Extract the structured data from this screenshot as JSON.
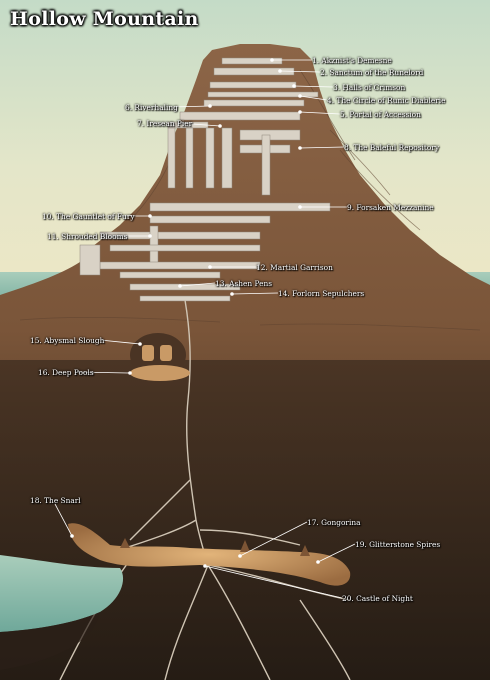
{
  "map_title": "Hollow Mountain",
  "locations": [
    {
      "num": "1.",
      "name": "Akznist's Demesne"
    },
    {
      "num": "2.",
      "name": "Sanctum of the Runelord"
    },
    {
      "num": "3.",
      "name": "Halls of Crimson"
    },
    {
      "num": "4.",
      "name": "The Circle of Runic Diablerie"
    },
    {
      "num": "5.",
      "name": "Portal of Accession"
    },
    {
      "num": "6.",
      "name": "Riverhaling"
    },
    {
      "num": "7.",
      "name": "Iresean Pier"
    },
    {
      "num": "8.",
      "name": "The Baleful Repository"
    },
    {
      "num": "9.",
      "name": "Forsaken Mezzanine"
    },
    {
      "num": "10.",
      "name": "The Gauntlet of Fury"
    },
    {
      "num": "11.",
      "name": "Shrouded Blooms"
    },
    {
      "num": "12.",
      "name": "Martial Garrison"
    },
    {
      "num": "13.",
      "name": "Ashen Pens"
    },
    {
      "num": "14.",
      "name": "Forlorn Sepulchers"
    },
    {
      "num": "15.",
      "name": "Abysmal Slough"
    },
    {
      "num": "16.",
      "name": "Deep Pools"
    },
    {
      "num": "18.",
      "name": "The Snarl"
    },
    {
      "num": "17.",
      "name": "Gongorina"
    },
    {
      "num": "19.",
      "name": "Glitterstone Spires"
    },
    {
      "num": "20.",
      "name": "Castle of Night"
    }
  ],
  "colors": {
    "sky_top": "#c7dcc6",
    "sky_bottom": "#e9e6c8",
    "sea": "#9ec6b4",
    "rock_light": "#8a6446",
    "rock_dark": "#3a2a1e",
    "underground": "#2e2218",
    "tunnel": "#d7cfc2",
    "cave_glow": "#c99a66",
    "label_text": "#ffffff",
    "marker": "#ffffff"
  }
}
